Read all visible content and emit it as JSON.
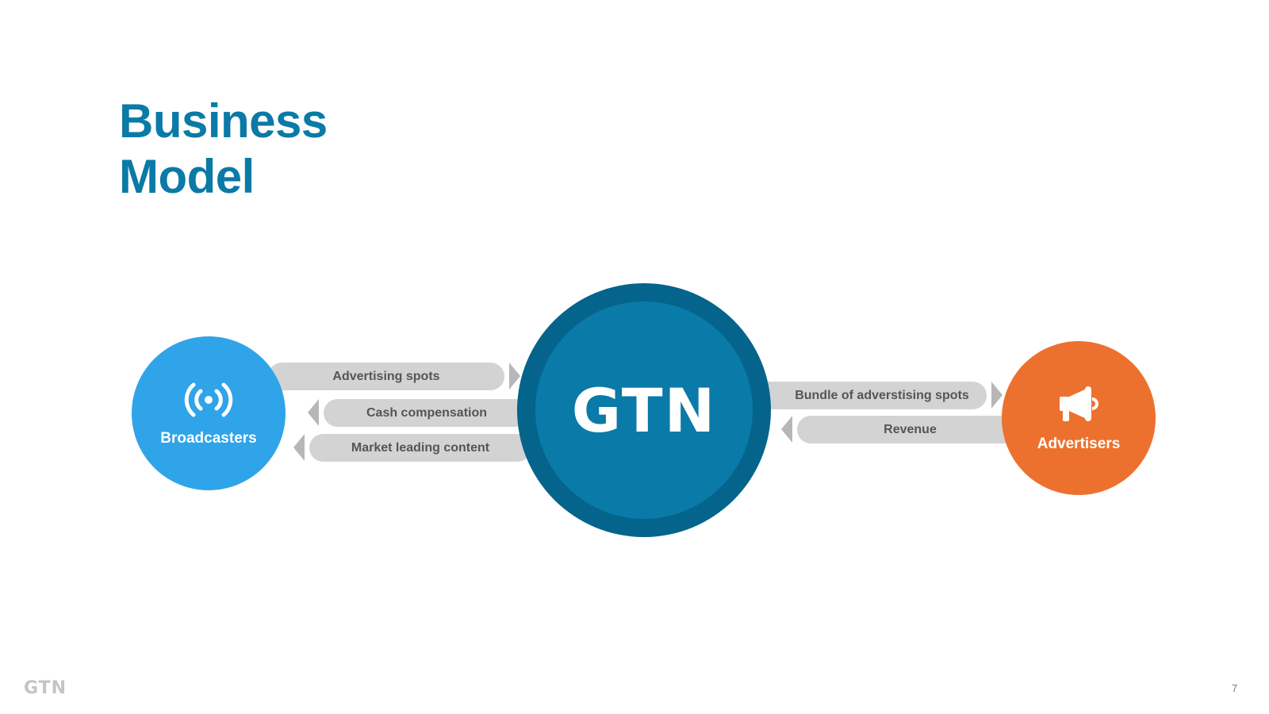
{
  "title": {
    "line1": "Business",
    "line2": "Model"
  },
  "nodes": {
    "broadcasters": {
      "label": "Broadcasters",
      "icon": "broadcast-icon",
      "color": "#30a4e8"
    },
    "hub": {
      "label": "GTN",
      "outer_color": "#04648b",
      "inner_color": "#0a7aa8"
    },
    "advertisers": {
      "label": "Advertisers",
      "icon": "megaphone-icon",
      "color": "#ed712e"
    }
  },
  "flows_left": [
    {
      "label": "Advertising spots",
      "direction": "to-hub"
    },
    {
      "label": "Cash compensation",
      "direction": "to-broadcasters"
    },
    {
      "label": "Market leading content",
      "direction": "to-broadcasters"
    }
  ],
  "flows_right": [
    {
      "label": "Bundle of adverstising spots",
      "direction": "to-advertisers"
    },
    {
      "label": "Revenue",
      "direction": "to-hub"
    }
  ],
  "footer": {
    "logo": "GTN",
    "page_number": "7"
  }
}
